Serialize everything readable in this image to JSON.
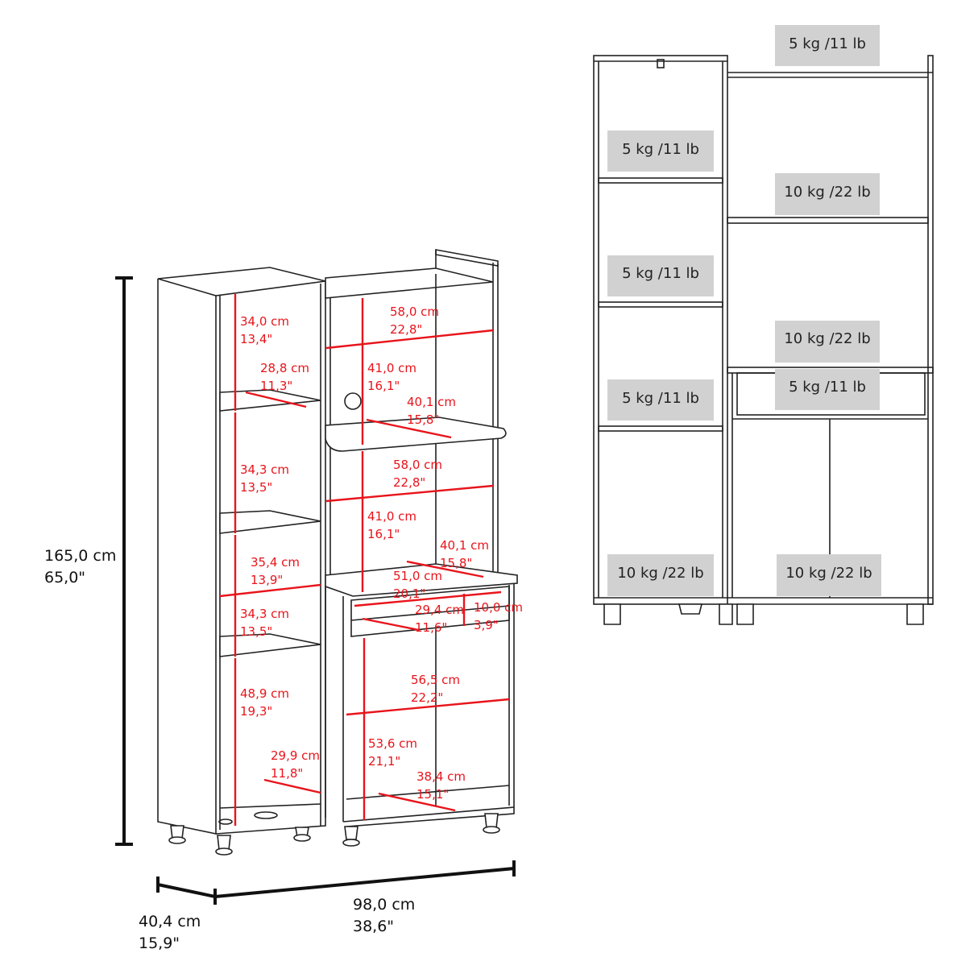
{
  "overall": {
    "height": {
      "cm": "165,0 cm",
      "in": "65,0\""
    },
    "depth": {
      "cm": "40,4 cm",
      "in": "15,9\""
    },
    "width": {
      "cm": "98,0 cm",
      "in": "38,6\""
    }
  },
  "dimensions": [
    {
      "cm": "34,0 cm",
      "in": "13,4\""
    },
    {
      "cm": "28,8 cm",
      "in": "11,3\""
    },
    {
      "cm": "34,3 cm",
      "in": "13,5\""
    },
    {
      "cm": "35,4 cm",
      "in": "13,9\""
    },
    {
      "cm": "34,3 cm",
      "in": "13,5\""
    },
    {
      "cm": "48,9 cm",
      "in": "19,3\""
    },
    {
      "cm": "29,9 cm",
      "in": "11,8\""
    },
    {
      "cm": "58,0 cm",
      "in": "22,8\""
    },
    {
      "cm": "41,0 cm",
      "in": "16,1\""
    },
    {
      "cm": "40,1 cm",
      "in": "15,8\""
    },
    {
      "cm": "58,0 cm",
      "in": "22,8\""
    },
    {
      "cm": "41,0 cm",
      "in": "16,1\""
    },
    {
      "cm": "40,1 cm",
      "in": "15,8\""
    },
    {
      "cm": "51,0 cm",
      "in": "20,1\""
    },
    {
      "cm": "29,4 cm",
      "in": "11,6\""
    },
    {
      "cm": "10,0 cm",
      "in": "3,9\""
    },
    {
      "cm": "56,5 cm",
      "in": "22,2\""
    },
    {
      "cm": "53,6 cm",
      "in": "21,1\""
    },
    {
      "cm": "38,4 cm",
      "in": "15,1\""
    }
  ],
  "weights": [
    "5 kg /11 lb",
    "5 kg /11 lb",
    "10 kg /22 lb",
    "5 kg /11 lb",
    "10 kg /22 lb",
    "5 kg /11 lb",
    "5 kg /11 lb",
    "10 kg /22 lb",
    "10 kg /22 lb"
  ],
  "colors": {
    "dimension": "#e8141b",
    "weight_box": "#d1d1d1"
  }
}
